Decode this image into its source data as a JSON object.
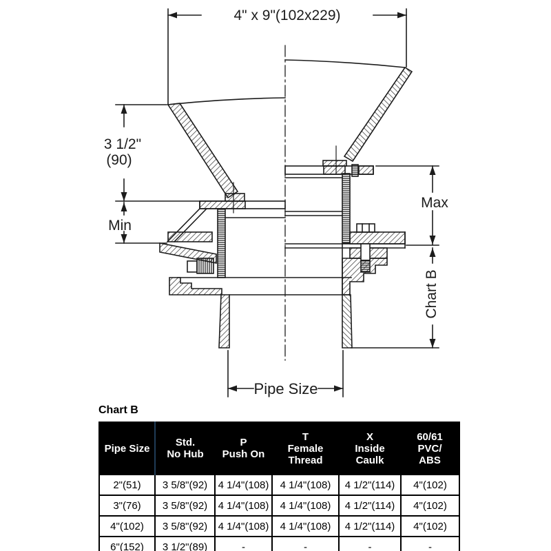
{
  "drawing": {
    "dim_top": "4\" x 9\"(102x229)",
    "dim_height": "3 1/2\"",
    "dim_height_mm": "(90)",
    "dim_min": "Min",
    "dim_max": "Max",
    "dim_chart_ref": "Chart B",
    "dim_pipe_size": "Pipe Size"
  },
  "table": {
    "title": "Chart B",
    "headers": [
      {
        "lines": [
          "Pipe Size"
        ]
      },
      {
        "lines": [
          "Std.",
          "No Hub"
        ]
      },
      {
        "lines": [
          "P",
          "Push On"
        ]
      },
      {
        "lines": [
          "T",
          "Female",
          "Thread"
        ]
      },
      {
        "lines": [
          "X",
          "Inside",
          "Caulk"
        ]
      },
      {
        "lines": [
          "60/61",
          "PVC/",
          "ABS"
        ]
      }
    ],
    "rows": [
      [
        "2\"(51)",
        "3 5/8\"(92)",
        "4 1/4\"(108)",
        "4 1/4\"(108)",
        "4 1/2\"(114)",
        "4\"(102)"
      ],
      [
        "3\"(76)",
        "3 5/8\"(92)",
        "4 1/4\"(108)",
        "4 1/4\"(108)",
        "4 1/2\"(114)",
        "4\"(102)"
      ],
      [
        "4\"(102)",
        "3 5/8\"(92)",
        "4 1/4\"(108)",
        "4 1/4\"(108)",
        "4 1/2\"(114)",
        "4\"(102)"
      ],
      [
        "6\"(152)",
        "3 1/2\"(89)",
        "-",
        "-",
        "-",
        "-"
      ]
    ]
  },
  "colors": {
    "ink": "#1c1c1c",
    "table_header_bg": "#000000",
    "table_header_text": "#ffffff",
    "header_divider": "#1f3c57"
  }
}
